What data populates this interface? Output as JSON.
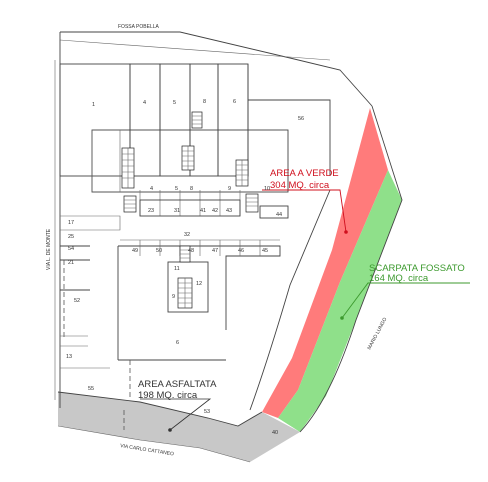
{
  "colors": {
    "area_verde": "#ff7b7b",
    "scarpata": "#8fe08a",
    "asfalto": "#c8c8c8",
    "red_text": "#d0101e",
    "green_text": "#3c9a2e"
  },
  "streets": {
    "top": "FOSSA POBELLA",
    "left": "VIA L. DE MONTE",
    "bottom": "VIA CARLO CATTANEO",
    "right": "MARIO LUNGO"
  },
  "areas": {
    "verde": {
      "title": "AREA A VERDE",
      "size": "304 MQ. circa"
    },
    "scarpata": {
      "title": "SCARPATA FOSSATO",
      "size": "164 MQ. circa"
    },
    "asfaltata": {
      "title": "AREA ASFALTATA",
      "size": "198 MQ. circa"
    }
  },
  "parcel_numbers": {
    "p1": "1",
    "p4": "4",
    "p5": "5",
    "p8": "8",
    "p6": "6",
    "p56": "56",
    "p_r1": "4",
    "p_r2": "5",
    "p_r3": "8",
    "p_r4": "9",
    "p_r5": "10",
    "p23": "23",
    "p31": "31",
    "p41": "41",
    "p42": "42",
    "p43": "43",
    "p44": "44",
    "p17": "17",
    "p25": "25",
    "p54": "54",
    "p21": "21",
    "p52": "52",
    "p13": "13",
    "p49": "49",
    "p50": "50",
    "p48": "48",
    "p47": "47",
    "p46": "46",
    "p45": "45",
    "p32": "32",
    "p11": "11",
    "p12": "12",
    "p9": "9",
    "p55": "55",
    "p6b": "6",
    "p53": "53",
    "p40": "40"
  }
}
